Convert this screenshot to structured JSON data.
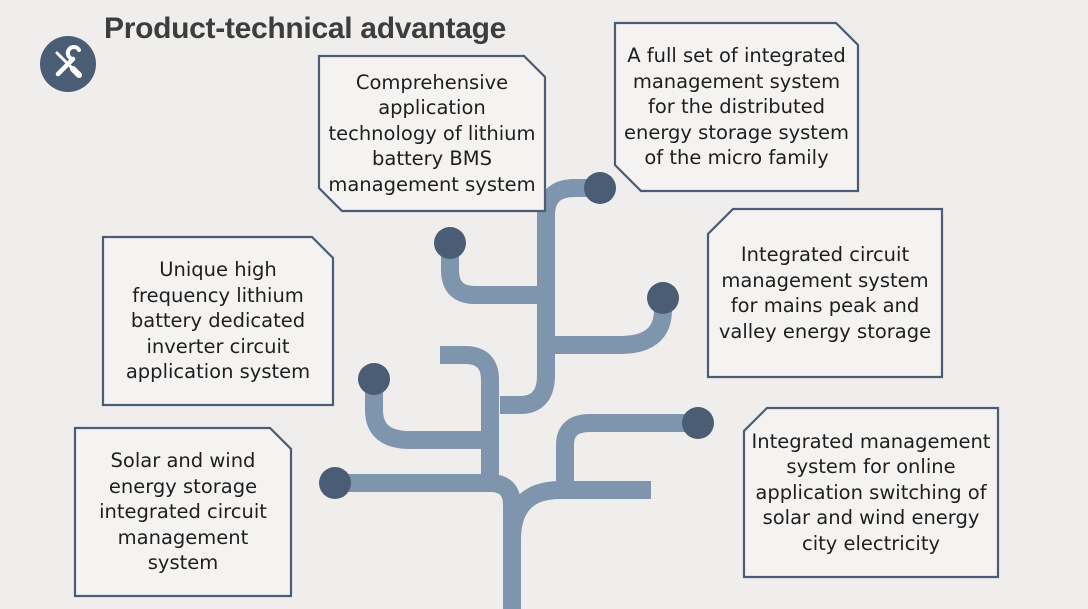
{
  "title": "Product-technical advantage",
  "colors": {
    "background": "#efeeec",
    "branch": "#7f95ad",
    "node": "#4a5d75",
    "box_border": "#4a5d75",
    "box_fill": "#f4f3f1"
  },
  "icon": "tools-icon",
  "boxes": [
    {
      "id": "bms",
      "text": "Comprehensive application technology of lithium battery BMS management system"
    },
    {
      "id": "micro",
      "text": "A full set of integrated management system for the distributed energy storage system of the micro family"
    },
    {
      "id": "inverter",
      "text": "Unique high frequency lithium battery dedicated inverter circuit application system"
    },
    {
      "id": "mains",
      "text": "Integrated circuit management system for mains peak and valley energy storage"
    },
    {
      "id": "solarwind",
      "text": "Solar and wind energy storage integrated circuit management system"
    },
    {
      "id": "online",
      "text": "Integrated management system for online application switching of solar and wind energy city electricity"
    }
  ]
}
